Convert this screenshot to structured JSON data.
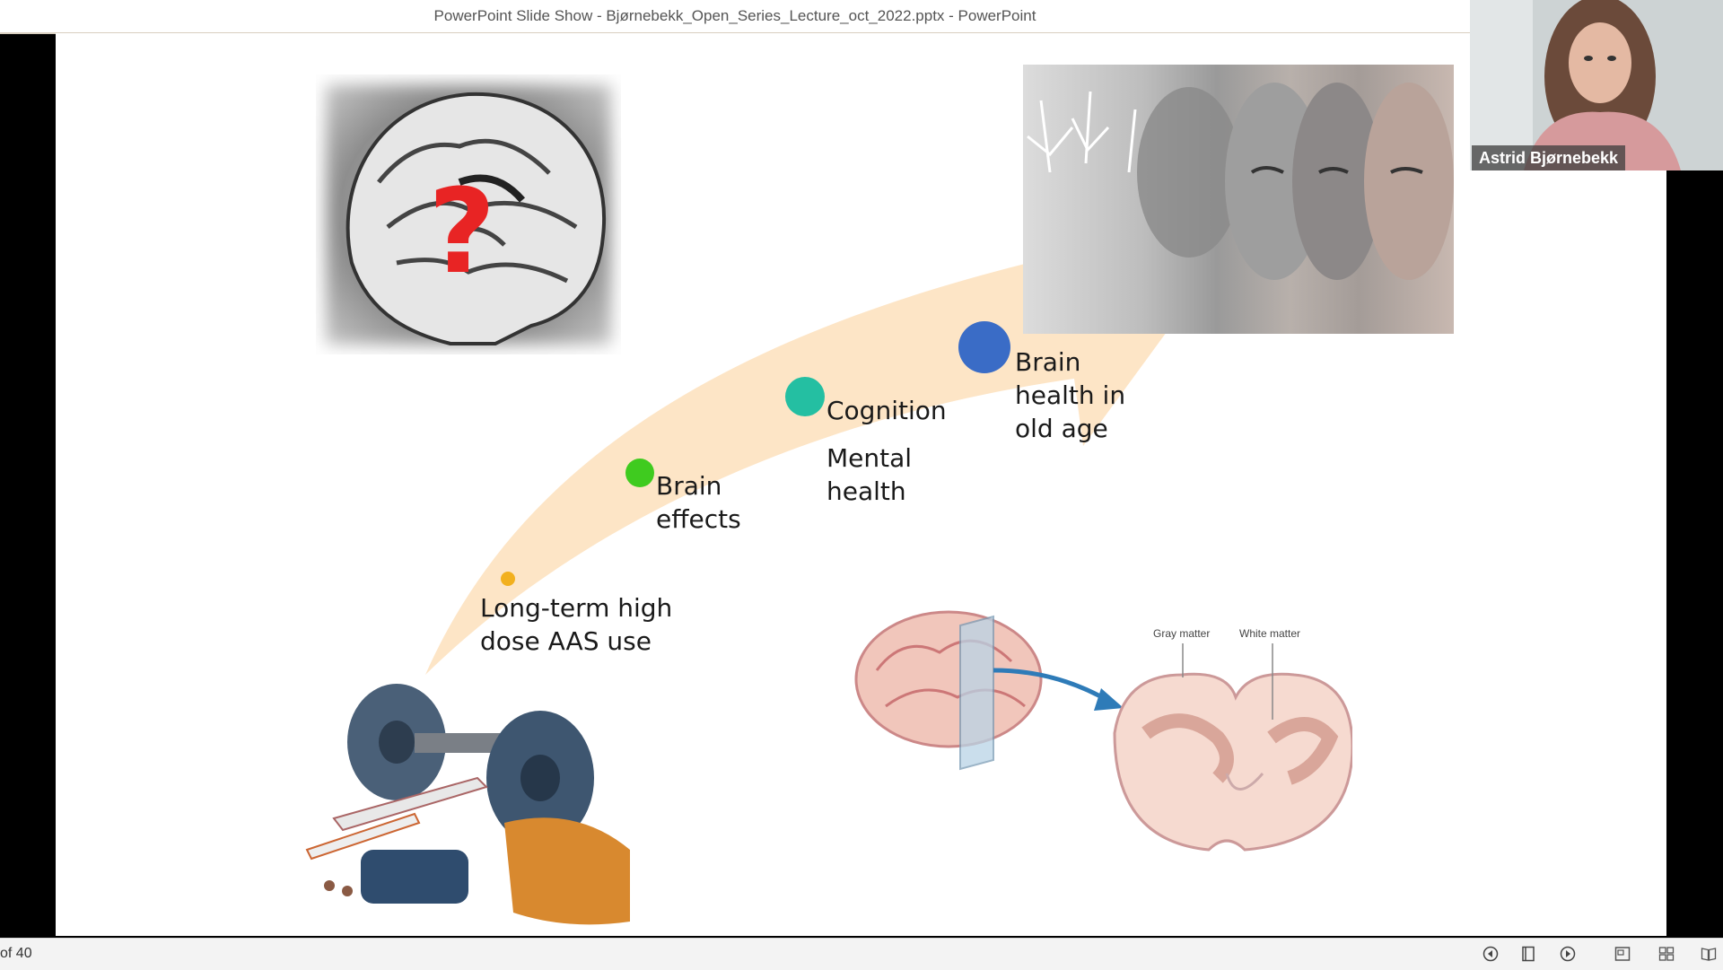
{
  "window": {
    "title": "PowerPoint Slide Show  -  Bjørnebekk_Open_Series_Lecture_oct_2022.pptx - PowerPoint"
  },
  "slide": {
    "labels": {
      "step1": "Long-term high dose AAS use",
      "step2": "Brain effects",
      "step3a": "Cognition",
      "step3b": "Mental health",
      "step4": "Brain health in old age"
    },
    "diagram": {
      "gray_matter": "Gray matter",
      "white_matter": "White matter"
    },
    "mri_symbol": "?",
    "colors": {
      "arrow": "#fde5c6",
      "dot1": "#f2b01e",
      "dot2": "#3fcb1f",
      "dot3": "#24bfa2",
      "dot4": "#3a6cc6",
      "question_mark": "#e82424"
    }
  },
  "webcam": {
    "name": "Astrid Bjørnebekk"
  },
  "status": {
    "slide_counter": "of 40"
  },
  "icons": {
    "prev": "previous-slide-icon",
    "notes": "notes-page-icon",
    "next": "next-slide-icon",
    "normal": "normal-view-icon",
    "sorter": "slide-sorter-icon",
    "reading": "reading-view-icon"
  }
}
